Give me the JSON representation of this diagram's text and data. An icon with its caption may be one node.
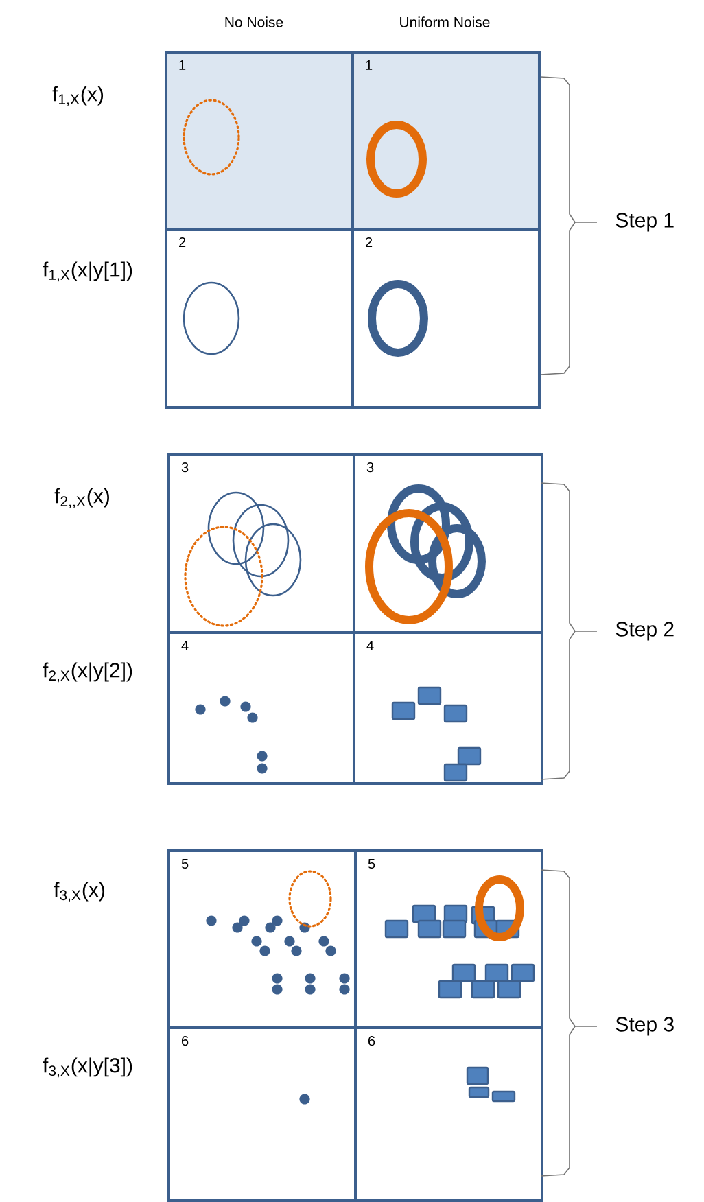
{
  "diagram": {
    "nodes": [
      {
        "text": [
          "1"
        ]
      },
      {
        "text": [
          "1"
        ]
      },
      {
        "text": [
          "2"
        ]
      },
      {
        "text": [
          "2"
        ]
      },
      {
        "text": [
          "3"
        ]
      },
      {
        "text": [
          "3"
        ]
      },
      {
        "text": [
          "4"
        ]
      },
      {
        "text": [
          "4"
        ]
      },
      {
        "text": [
          "5"
        ]
      },
      {
        "text": [
          "5"
        ]
      },
      {
        "text": [
          "6"
        ]
      },
      {
        "text": [
          "6"
        ]
      }
    ],
    "edges": [],
    "labels": [
      "No Noise",
      "Uniform Noise",
      "f$_{1,X}$(x)",
      "Step 1",
      "f$_{1,X}$(x|y[1])",
      "f$_{2,,X}$(x)",
      "Step 2",
      "f$_{2,X}$(x|y[2])",
      "f$_{3,X}$(x)",
      "Step 3",
      "f$_{3,X}$(x|y[3])"
    ]
  }
}
